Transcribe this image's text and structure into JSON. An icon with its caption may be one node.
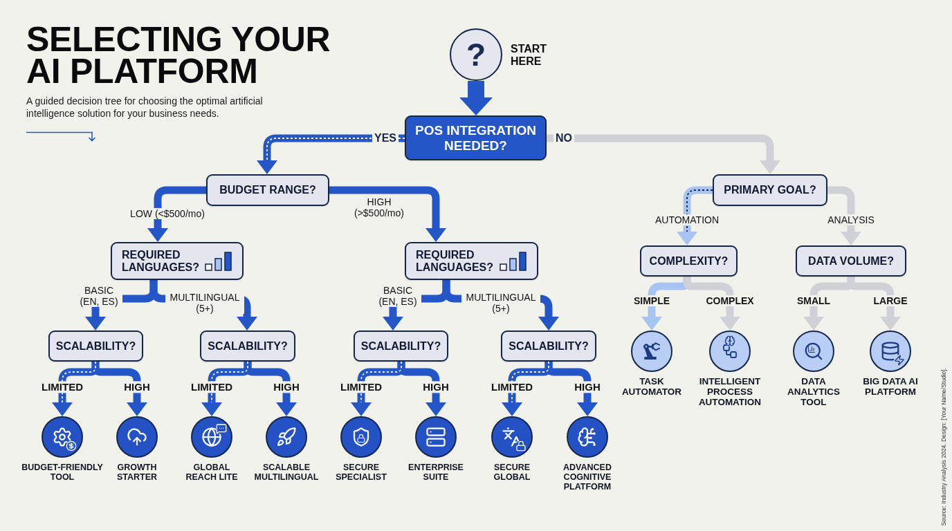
{
  "diagram": {
    "title": "SELECTING YOUR AI PLATFORM",
    "nodes": [
      {
        "text": [
          "?"
        ],
        "beside": [
          "START HERE"
        ]
      },
      {
        "text": [
          "POS INTEGRATION NEEDED?"
        ]
      },
      {
        "text": [
          "BUDGET RANGE?"
        ]
      },
      {
        "text": [
          "PRIMARY GOAL?"
        ]
      },
      {
        "text": [
          "REQUIRED LANGUAGES?"
        ]
      },
      {
        "text": [
          "REQUIRED LANGUAGES?"
        ]
      },
      {
        "text": [
          "COMPLEXITY?"
        ]
      },
      {
        "text": [
          "DATA VOLUME?"
        ]
      },
      {
        "text": [
          "SCALABILITY?"
        ]
      },
      {
        "text": [
          "SCALABILITY?"
        ]
      },
      {
        "text": [
          "SCALABILITY?"
        ]
      },
      {
        "text": [
          "SCALABILITY?"
        ]
      },
      {
        "text": [
          "BUDGET-FRIENDLY TOOL"
        ]
      },
      {
        "text": [
          "GROWTH STARTER"
        ]
      },
      {
        "text": [
          "GLOBAL REACH LITE"
        ]
      },
      {
        "text": [
          "SCALABLE MULTILINGUAL"
        ]
      },
      {
        "text": [
          "SECURE SPECIALIST"
        ]
      },
      {
        "text": [
          "ENTERPRISE SUITE"
        ]
      },
      {
        "text": [
          "SECURE GLOBAL"
        ]
      },
      {
        "text": [
          "ADVANCED COGNITIVE PLATFORM"
        ]
      },
      {
        "text": [
          "TASK AUTOMATOR"
        ]
      },
      {
        "text": [
          "INTELLIGENT PROCESS AUTOMATION"
        ]
      },
      {
        "text": [
          "DATA ANALYTICS TOOL"
        ]
      },
      {
        "text": [
          "BIG DATA AI PLATFORM"
        ]
      }
    ],
    "edges": [
      {
        "from": 0,
        "to": 1,
        "arrow": "to",
        "style": "thick"
      },
      {
        "from": 1,
        "to": 2,
        "arrow": "to",
        "label": "YES"
      },
      {
        "from": 1,
        "to": 3,
        "arrow": "to",
        "label": "NO",
        "color": "#d0d1d7"
      },
      {
        "from": 2,
        "to": 4,
        "arrow": "to",
        "label": "LOW (<$500/mo)"
      },
      {
        "from": 2,
        "to": 5,
        "arrow": "to",
        "label": "HIGH (>$500/mo)"
      },
      {
        "from": 3,
        "to": 6,
        "arrow": "to",
        "label": "AUTOMATION",
        "color": "#a9c3f3"
      },
      {
        "from": 3,
        "to": 7,
        "arrow": "to",
        "label": "ANALYSIS",
        "color": "#d0d1d7"
      },
      {
        "from": 4,
        "to": 8,
        "arrow": "to",
        "label": "BASIC (EN, ES)"
      },
      {
        "from": 4,
        "to": 9,
        "arrow": "to",
        "label": "MULTILINGUAL (5+)"
      },
      {
        "from": 5,
        "to": 10,
        "arrow": "to",
        "label": "BASIC (EN, ES)"
      },
      {
        "from": 5,
        "to": 11,
        "arrow": "to",
        "label": "MULTILINGUAL (5+)"
      },
      {
        "from": 6,
        "to": 20,
        "arrow": "to",
        "label": "SIMPLE",
        "color": "#a9c3f3"
      },
      {
        "from": 6,
        "to": 21,
        "arrow": "to",
        "label": "COMPLEX",
        "color": "#d0d1d7"
      },
      {
        "from": 7,
        "to": 22,
        "arrow": "to",
        "label": "SMALL",
        "color": "#d0d1d7"
      },
      {
        "from": 7,
        "to": 23,
        "arrow": "to",
        "label": "LARGE",
        "color": "#d0d1d7"
      },
      {
        "from": 8,
        "to": 12,
        "arrow": "to",
        "label": "LIMITED"
      },
      {
        "from": 8,
        "to": 13,
        "arrow": "to",
        "label": "HIGH"
      },
      {
        "from": 9,
        "to": 14,
        "arrow": "to",
        "label": "LIMITED"
      },
      {
        "from": 9,
        "to": 15,
        "arrow": "to",
        "label": "HIGH"
      },
      {
        "from": 10,
        "to": 16,
        "arrow": "to",
        "label": "LIMITED"
      },
      {
        "from": 10,
        "to": 17,
        "arrow": "to",
        "label": "HIGH"
      },
      {
        "from": 11,
        "to": 18,
        "arrow": "to",
        "label": "LIMITED"
      },
      {
        "from": 11,
        "to": 19,
        "arrow": "to",
        "label": "HIGH"
      }
    ],
    "labels": [
      "A guided decision tree for choosing the optimal artificial intelligence solution for your business needs.",
      "Source: Industry Analysis 2024. Design: [Your Name/Studio]."
    ]
  }
}
